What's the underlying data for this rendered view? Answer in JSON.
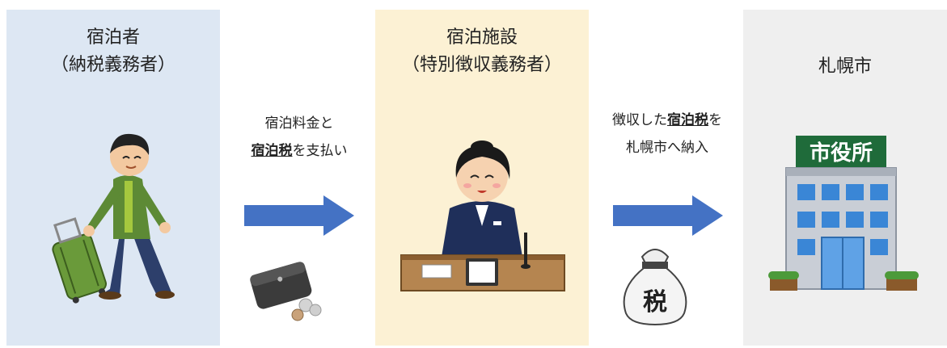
{
  "guest_panel": {
    "title_line1": "宿泊者",
    "title_line2": "（納税義務者）"
  },
  "facility_panel": {
    "title_line1": "宿泊施設",
    "title_line2": "（特別徴収義務者）"
  },
  "city_panel": {
    "title": "札幌市"
  },
  "payment_step": {
    "line1": "宿泊料金と",
    "line2_bold": "宿泊税",
    "line2_rest": "を支払い"
  },
  "remittance_step": {
    "line1_prefix": "徴収した",
    "line1_bold": "宿泊税",
    "line1_suffix": "を",
    "line2": "札幌市へ納入"
  },
  "city_hall_sign": "市役所",
  "tax_bag_label": "税",
  "colors": {
    "guest_bg": "#dde7f3",
    "facility_bg": "#fcf1d4",
    "city_bg": "#efefef",
    "arrow": "#4472c4"
  },
  "icons": [
    "traveler-with-suitcase",
    "wallet-with-coins",
    "receptionist-at-desk",
    "tax-money-bag",
    "city-hall-building"
  ]
}
